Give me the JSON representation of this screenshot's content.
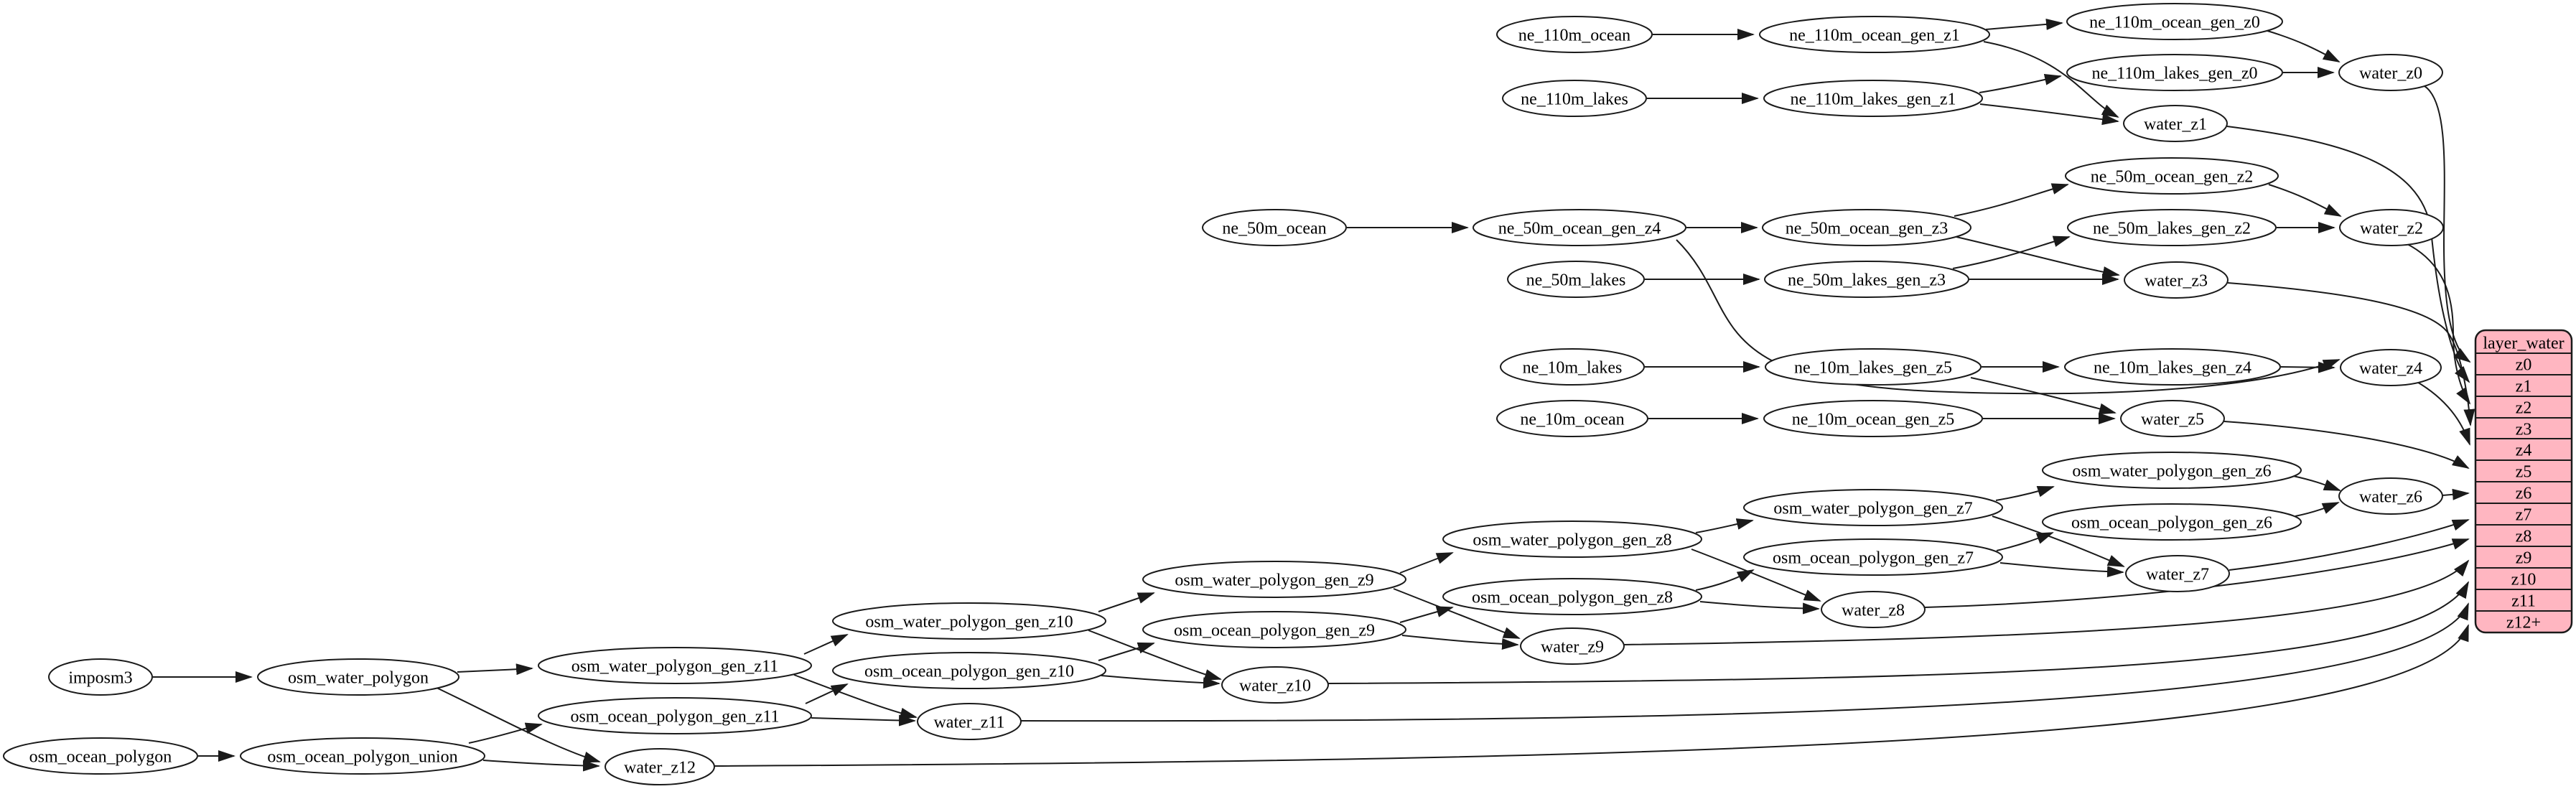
{
  "table": {
    "title": "layer_water",
    "rows": [
      "z0",
      "z1",
      "z2",
      "z3",
      "z4",
      "z5",
      "z6",
      "z7",
      "z8",
      "z9",
      "z10",
      "z11",
      "z12+"
    ],
    "fill": "#FFB6C1"
  },
  "nodes": {
    "imposm3": "imposm3",
    "osm_water_polygon": "osm_water_polygon",
    "osm_ocean_polygon": "osm_ocean_polygon",
    "osm_ocean_polygon_union": "osm_ocean_polygon_union",
    "ne_110m_ocean": "ne_110m_ocean",
    "ne_110m_ocean_gen_z1": "ne_110m_ocean_gen_z1",
    "ne_110m_ocean_gen_z0": "ne_110m_ocean_gen_z0",
    "ne_110m_lakes": "ne_110m_lakes",
    "ne_110m_lakes_gen_z1": "ne_110m_lakes_gen_z1",
    "ne_110m_lakes_gen_z0": "ne_110m_lakes_gen_z0",
    "water_z0": "water_z0",
    "water_z1": "water_z1",
    "ne_50m_ocean": "ne_50m_ocean",
    "ne_50m_ocean_gen_z4": "ne_50m_ocean_gen_z4",
    "ne_50m_ocean_gen_z3": "ne_50m_ocean_gen_z3",
    "ne_50m_ocean_gen_z2": "ne_50m_ocean_gen_z2",
    "ne_50m_lakes": "ne_50m_lakes",
    "ne_50m_lakes_gen_z3": "ne_50m_lakes_gen_z3",
    "ne_50m_lakes_gen_z2": "ne_50m_lakes_gen_z2",
    "water_z2": "water_z2",
    "water_z3": "water_z3",
    "ne_10m_lakes": "ne_10m_lakes",
    "ne_10m_lakes_gen_z5": "ne_10m_lakes_gen_z5",
    "ne_10m_lakes_gen_z4": "ne_10m_lakes_gen_z4",
    "water_z4": "water_z4",
    "ne_10m_ocean": "ne_10m_ocean",
    "ne_10m_ocean_gen_z5": "ne_10m_ocean_gen_z5",
    "water_z5": "water_z5",
    "osm_water_polygon_gen_z6": "osm_water_polygon_gen_z6",
    "water_z6": "water_z6",
    "osm_water_polygon_gen_z7": "osm_water_polygon_gen_z7",
    "osm_ocean_polygon_gen_z6": "osm_ocean_polygon_gen_z6",
    "osm_water_polygon_gen_z8": "osm_water_polygon_gen_z8",
    "osm_ocean_polygon_gen_z7": "osm_ocean_polygon_gen_z7",
    "water_z7": "water_z7",
    "osm_water_polygon_gen_z9": "osm_water_polygon_gen_z9",
    "osm_ocean_polygon_gen_z8": "osm_ocean_polygon_gen_z8",
    "water_z8": "water_z8",
    "osm_water_polygon_gen_z10": "osm_water_polygon_gen_z10",
    "osm_ocean_polygon_gen_z9": "osm_ocean_polygon_gen_z9",
    "water_z9": "water_z9",
    "osm_water_polygon_gen_z11": "osm_water_polygon_gen_z11",
    "osm_ocean_polygon_gen_z10": "osm_ocean_polygon_gen_z10",
    "water_z10": "water_z10",
    "osm_ocean_polygon_gen_z11": "osm_ocean_polygon_gen_z11",
    "water_z11": "water_z11",
    "water_z12": "water_z12"
  },
  "edges": [
    "ne_110m_ocean->ne_110m_ocean_gen_z1",
    "ne_110m_ocean_gen_z1->ne_110m_ocean_gen_z0",
    "ne_110m_ocean_gen_z0->water_z0",
    "ne_110m_lakes->ne_110m_lakes_gen_z1",
    "ne_110m_lakes_gen_z1->ne_110m_lakes_gen_z0",
    "ne_110m_lakes_gen_z0->water_z0",
    "ne_110m_ocean_gen_z1->water_z1",
    "ne_110m_lakes_gen_z1->water_z1",
    "ne_50m_ocean->ne_50m_ocean_gen_z4",
    "ne_50m_ocean_gen_z4->ne_50m_ocean_gen_z3",
    "ne_50m_ocean_gen_z3->ne_50m_ocean_gen_z2",
    "ne_50m_ocean_gen_z2->water_z2",
    "ne_50m_lakes->ne_50m_lakes_gen_z3",
    "ne_50m_lakes_gen_z3->ne_50m_lakes_gen_z2",
    "ne_50m_lakes_gen_z2->water_z2",
    "ne_50m_ocean_gen_z3->water_z3",
    "ne_50m_lakes_gen_z3->water_z3",
    "ne_50m_ocean_gen_z4->water_z4",
    "ne_10m_lakes->ne_10m_lakes_gen_z5",
    "ne_10m_lakes_gen_z5->ne_10m_lakes_gen_z4",
    "ne_10m_lakes_gen_z4->water_z4",
    "ne_10m_lakes_gen_z5->water_z5",
    "ne_10m_ocean->ne_10m_ocean_gen_z5",
    "ne_10m_ocean_gen_z5->water_z5",
    "imposm3->osm_water_polygon",
    "osm_water_polygon->osm_water_polygon_gen_z11",
    "osm_water_polygon->water_z12",
    "osm_ocean_polygon->osm_ocean_polygon_union",
    "osm_ocean_polygon_union->osm_ocean_polygon_gen_z11",
    "osm_ocean_polygon_union->water_z12",
    "osm_water_polygon_gen_z11->osm_water_polygon_gen_z10",
    "osm_water_polygon_gen_z10->osm_water_polygon_gen_z9",
    "osm_water_polygon_gen_z9->osm_water_polygon_gen_z8",
    "osm_water_polygon_gen_z8->osm_water_polygon_gen_z7",
    "osm_water_polygon_gen_z7->osm_water_polygon_gen_z6",
    "osm_water_polygon_gen_z6->water_z6",
    "osm_ocean_polygon_gen_z11->osm_ocean_polygon_gen_z10",
    "osm_ocean_polygon_gen_z10->osm_ocean_polygon_gen_z9",
    "osm_ocean_polygon_gen_z9->osm_ocean_polygon_gen_z8",
    "osm_ocean_polygon_gen_z8->osm_ocean_polygon_gen_z7",
    "osm_ocean_polygon_gen_z7->osm_ocean_polygon_gen_z6",
    "osm_ocean_polygon_gen_z6->water_z6",
    "osm_water_polygon_gen_z11->water_z11",
    "osm_ocean_polygon_gen_z11->water_z11",
    "osm_water_polygon_gen_z10->water_z10",
    "osm_ocean_polygon_gen_z10->water_z10",
    "osm_water_polygon_gen_z9->water_z9",
    "osm_ocean_polygon_gen_z9->water_z9",
    "osm_water_polygon_gen_z8->water_z8",
    "osm_ocean_polygon_gen_z8->water_z8",
    "osm_water_polygon_gen_z7->water_z7",
    "osm_ocean_polygon_gen_z7->water_z7",
    "water_z0->layer_water.z0",
    "water_z1->layer_water.z1",
    "water_z2->layer_water.z2",
    "water_z3->layer_water.z3",
    "water_z4->layer_water.z4",
    "water_z5->layer_water.z5",
    "water_z6->layer_water.z6",
    "water_z7->layer_water.z7",
    "water_z8->layer_water.z8",
    "water_z9->layer_water.z9",
    "water_z10->layer_water.z10",
    "water_z11->layer_water.z11",
    "water_z12->layer_water.z12+"
  ]
}
